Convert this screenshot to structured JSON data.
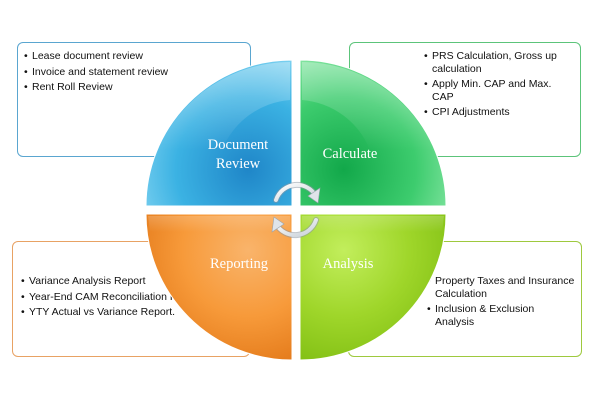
{
  "quadrants": {
    "document_review": {
      "label_line1": "Document",
      "label_line2": "Review",
      "color": "#3bb2e3",
      "items": [
        "Lease document review",
        "Invoice and statement review",
        "Rent Roll Review"
      ]
    },
    "calculate": {
      "label": "Calculate",
      "color": "#3dcc6e",
      "items": [
        "PRS Calculation, Gross up calculation",
        "Apply Min. CAP  and Max. CAP",
        "CPI Adjustments"
      ]
    },
    "reporting": {
      "label": "Reporting",
      "color": "#f79a3a",
      "items": [
        "Variance Analysis Report",
        "Year-End CAM Reconciliation Report",
        "YTY Actual vs Variance Report."
      ]
    },
    "analysis": {
      "label": "Analysis",
      "color": "#9fd62a",
      "items": [
        "Property Taxes and Insurance Calculation",
        "Inclusion & Exclusion Analysis"
      ]
    }
  }
}
